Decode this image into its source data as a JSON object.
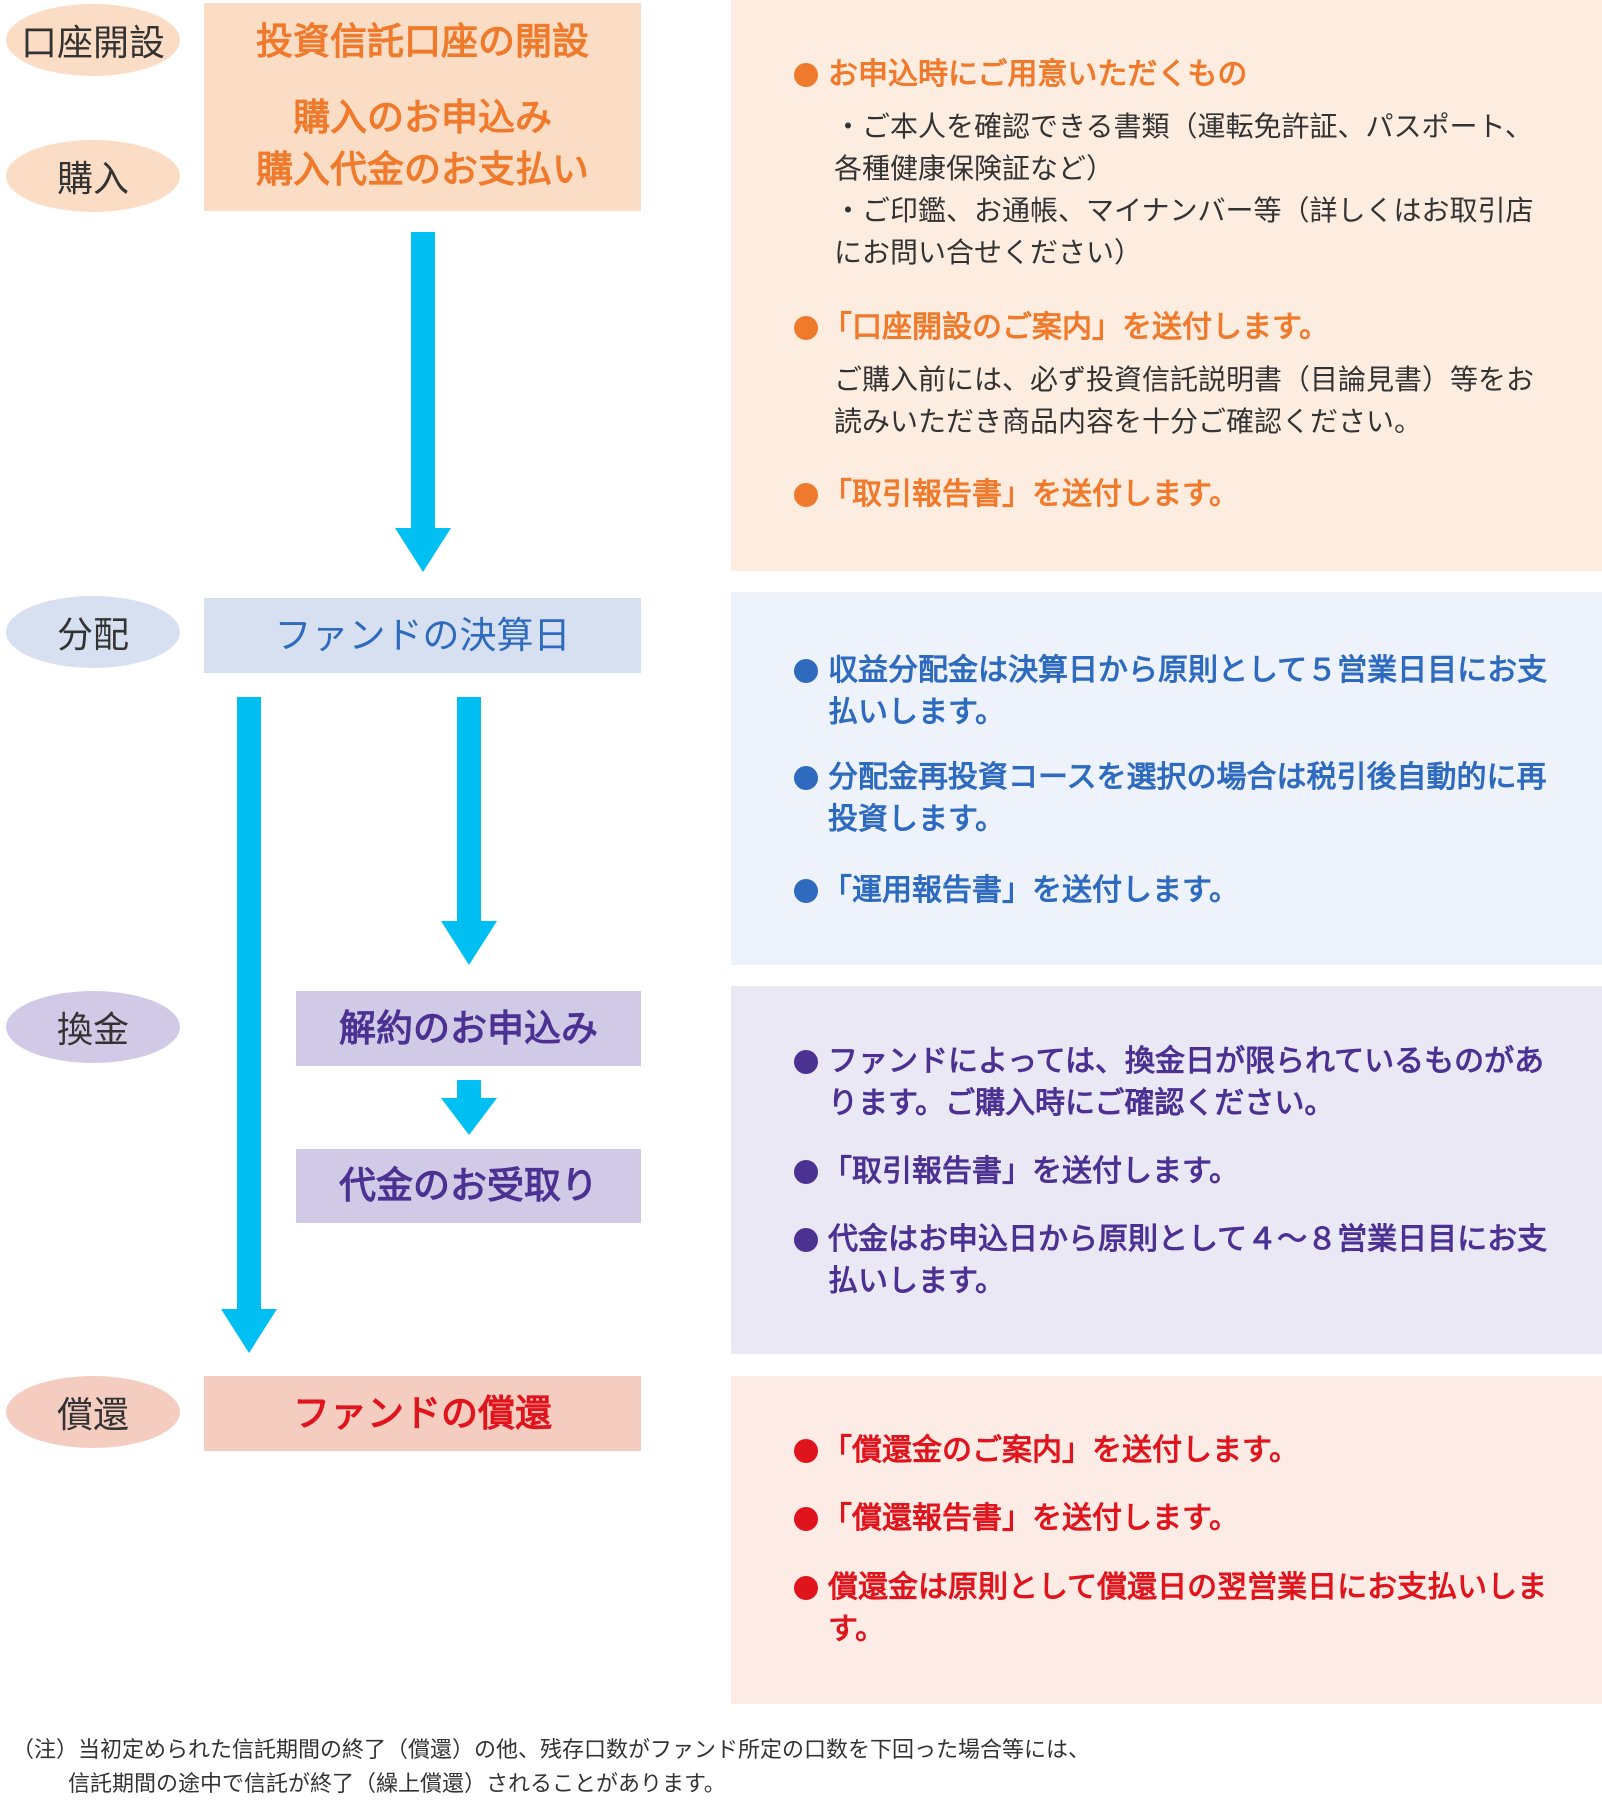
{
  "colors": {
    "orange_accent": "#f07a2b",
    "orange_fill": "#fbdcc5",
    "orange_panel": "#fdece0",
    "blue_accent": "#2e6bbf",
    "blue_fill": "#d6e0f1",
    "blue_panel": "#edf2fb",
    "purple_accent": "#4a3192",
    "purple_fill": "#d0cae6",
    "purple_panel": "#ebe8f6",
    "red_accent": "#e0141c",
    "red_fill": "#f5ccc0",
    "red_panel": "#fdece6",
    "arrow": "#00bff3"
  },
  "stages": {
    "account": "口座開設",
    "purchase": "購入",
    "distribution": "分配",
    "redemption": "換金",
    "maturity": "償還"
  },
  "steps": {
    "account_open": "投資信託口座の開設",
    "purchase_apply": "購入のお申込み",
    "purchase_pay": "購入代金のお支払い",
    "settlement": "ファンドの決算日",
    "cancel_apply": "解約のお申込み",
    "receive_payment": "代金のお受取り",
    "fund_maturity": "ファンドの償還"
  },
  "purchase_panel": {
    "item1": "お申込時にご用意いただくもの",
    "item1_sub1": "・ご本人を確認できる書類（運転免許証、パスポート、各種健康保険証など）",
    "item1_sub2": "・ご印鑑、お通帳、マイナンバー等（詳しくはお取引店にお問い合せください）",
    "item2": "「口座開設のご案内」を送付します。",
    "item2_sub": "ご購入前には、必ず投資信託説明書（目論見書）等をお読みいただき商品内容を十分ご確認ください。",
    "item3": "「取引報告書」を送付します。"
  },
  "distribution_panel": {
    "item1": "収益分配金は決算日から原則として５営業日目にお支払いします。",
    "item2": "分配金再投資コースを選択の場合は税引後自動的に再投資します。",
    "item3": "「運用報告書」を送付します。"
  },
  "redemption_panel": {
    "item1": "ファンドによっては、換金日が限られているものがあります。ご購入時にご確認ください。",
    "item2": "「取引報告書」を送付します。",
    "item3": "代金はお申込日から原則として４〜８営業日目にお支払いします。"
  },
  "maturity_panel": {
    "item1": "「償還金のご案内」を送付します。",
    "item2": "「償還報告書」を送付します。",
    "item3": "償還金は原則として償還日の翌営業日にお支払いします。"
  },
  "footnote": {
    "line1": "（注）当初定められた信託期間の終了（償還）の他、残存口数がファンド所定の口数を下回った場合等には、",
    "line2": "信託期間の途中で信託が終了（繰上償還）されることがあります。"
  }
}
